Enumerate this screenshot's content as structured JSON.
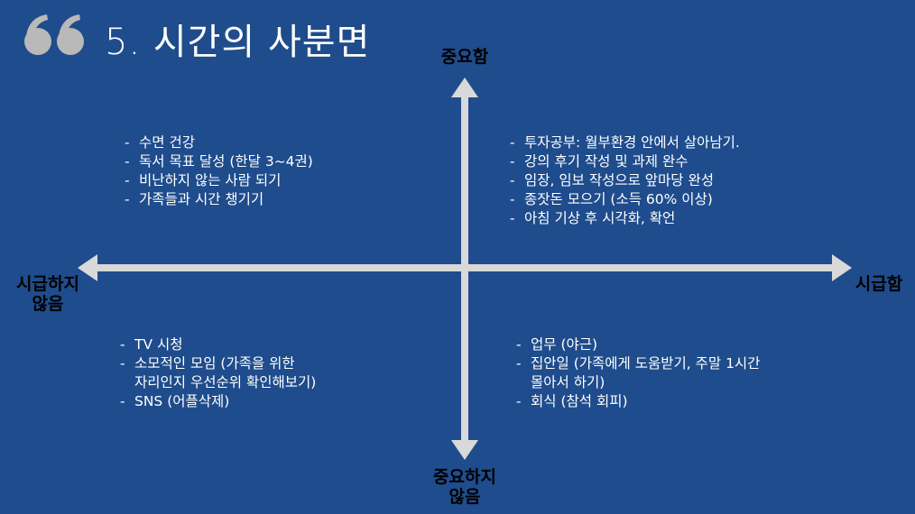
{
  "title": "5. 시간의 사분면",
  "axes": {
    "top": "중요함",
    "bottom_line1": "중요하지",
    "bottom_line2": "않음",
    "left_line1": "시급하지",
    "left_line2": "않음",
    "right": "시급함"
  },
  "quadrants": {
    "top_left": [
      "수면 건강",
      "독서 목표 달성 (한달 3~4권)",
      "비난하지 않는 사람 되기",
      "가족들과 시간 챙기기"
    ],
    "top_right": [
      "투자공부: 월부환경 안에서 살아남기.",
      "강의 후기 작성 및 과제 완수",
      "임장, 임보 작성으로 앞마당 완성",
      "종잣돈 모으기 (소득 60% 이상)",
      "아침 기상 후 시각화, 확언"
    ],
    "bottom_left": {
      "item1": "TV 시청",
      "item2_line1": "소모적인 모임 (가족을 위한",
      "item2_line2": "자리인지 우선순위 확인해보기)",
      "item3": "SNS (어플삭제)"
    },
    "bottom_right": {
      "item1": "업무 (야근)",
      "item2_line1": "집안일 (가족에게 도움받기, 주말 1시간",
      "item2_line2": "몰아서 하기)",
      "item3": "회식 (참석 회피)"
    }
  },
  "colors": {
    "background": "#1f4c8c",
    "arrow": "#d9d9d9",
    "text": "#ffffff",
    "axis_label": "#000000",
    "quote_icon": "#b9b9b9"
  },
  "icon": "quote-icon"
}
